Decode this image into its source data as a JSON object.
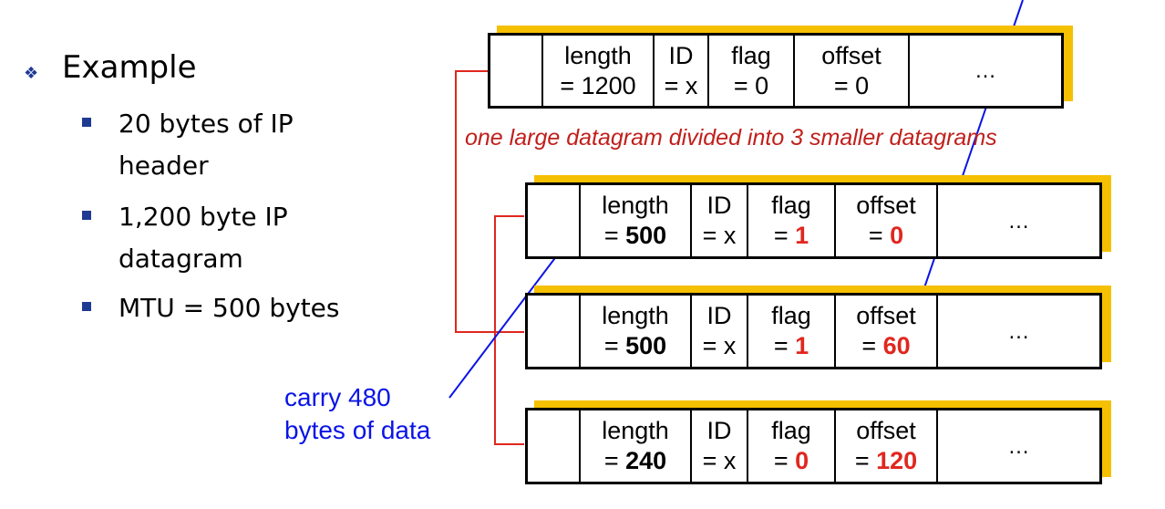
{
  "bullets": {
    "heading": "Example",
    "items": [
      {
        "line1": "20 bytes of IP",
        "line2": "header"
      },
      {
        "line1": "1,200 byte IP",
        "line2": "datagram"
      },
      {
        "line1": "MTU = 500 bytes",
        "line2": ""
      }
    ]
  },
  "caption": "one large datagram divided into 3 smaller datagrams",
  "note": {
    "line1": "carry 480",
    "line2": "bytes of data"
  },
  "datagrams": [
    {
      "length": {
        "prefix": "length",
        "eq": "= ",
        "value": "1200"
      },
      "id": {
        "prefix": "ID",
        "value": "= x"
      },
      "flag": {
        "prefix": "flag",
        "eq": "= ",
        "value": "0"
      },
      "offset": {
        "prefix": "offset",
        "eq": "= ",
        "value": "0"
      },
      "rest": "…"
    },
    {
      "length": {
        "prefix": "length",
        "eq": "= ",
        "value": "500"
      },
      "id": {
        "prefix": "ID",
        "value": "= x"
      },
      "flag": {
        "prefix": "flag",
        "eq": "= ",
        "value": "1"
      },
      "offset": {
        "prefix": "offset",
        "eq": "= ",
        "value": "0"
      },
      "rest": "…"
    },
    {
      "length": {
        "prefix": "length",
        "eq": "= ",
        "value": "500"
      },
      "id": {
        "prefix": "ID",
        "value": "= x"
      },
      "flag": {
        "prefix": "flag",
        "eq": "= ",
        "value": "1"
      },
      "offset": {
        "prefix": "offset",
        "eq": "= ",
        "value": "60"
      },
      "rest": "…"
    },
    {
      "length": {
        "prefix": "length",
        "eq": "= ",
        "value": "240"
      },
      "id": {
        "prefix": "ID",
        "value": "= x"
      },
      "flag": {
        "prefix": "flag",
        "eq": "= ",
        "value": "0"
      },
      "offset": {
        "prefix": "offset",
        "eq": "= ",
        "value": "120"
      },
      "rest": "…"
    }
  ],
  "colors": {
    "highlight": "#e0271f",
    "shadow": "#f5c000",
    "bracket": "#e0271f",
    "pointer": "#0a14e6",
    "caption": "#c0201b",
    "bullet": "#1f3a93"
  }
}
